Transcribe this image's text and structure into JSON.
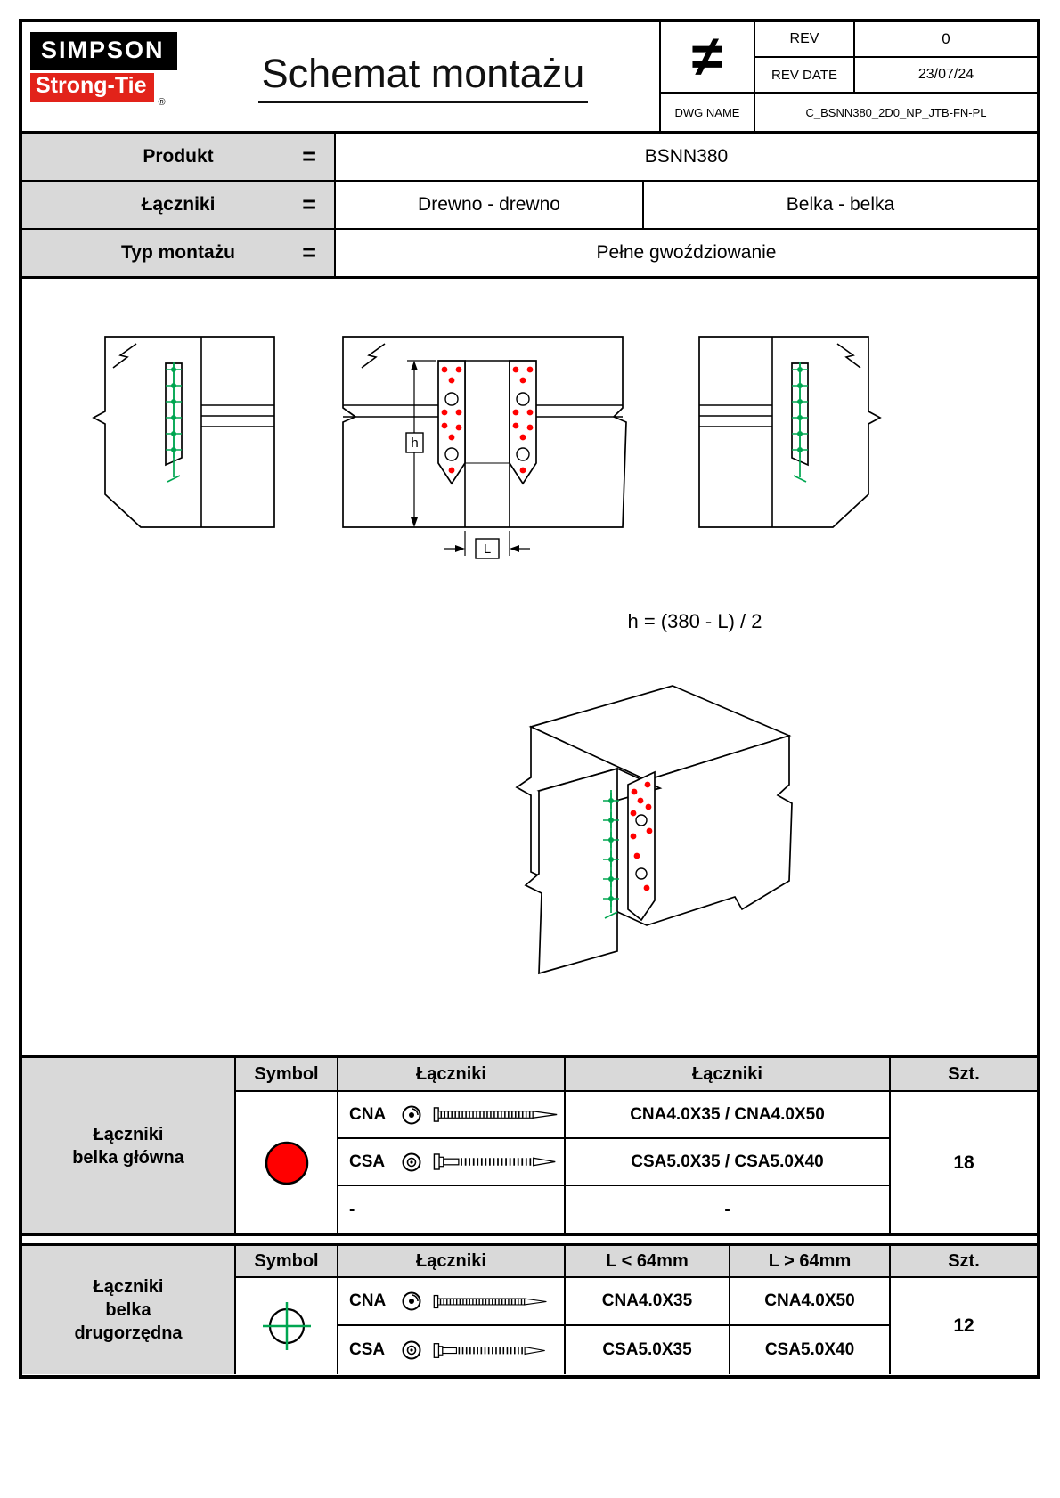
{
  "header": {
    "logo_line1": "SIMPSON",
    "logo_line2": "Strong-Tie",
    "logo_reg": "®",
    "title": "Schemat montażu",
    "ne_mark": "≠",
    "rev_label": "REV",
    "rev_value": "0",
    "rev_date_label": "REV DATE",
    "rev_date_value": "23/07/24",
    "dwg_name_label": "DWG NAME",
    "dwg_name_value": "C_BSNN380_2D0_NP_JTB-FN-PL"
  },
  "info": {
    "produkt_label": "Produkt",
    "produkt_eq": "=",
    "produkt_value": "BSNN380",
    "laczniki_label": "Łączniki",
    "laczniki_eq": "=",
    "laczniki_value1": "Drewno - drewno",
    "laczniki_value2": "Belka - belka",
    "typ_label": "Typ montażu",
    "typ_eq": "=",
    "typ_value": "Pełne gwoździowanie"
  },
  "drawing": {
    "formula": "h = (380 - L) / 2",
    "dim_h": "h",
    "dim_L": "L",
    "colors": {
      "main_beam_fastener": "#ff0000",
      "secondary_beam_fastener": "#00a651",
      "line": "#000000"
    }
  },
  "table_main": {
    "label_lines": [
      "Łączniki",
      "belka główna"
    ],
    "col_symbol": "Symbol",
    "col_fastener": "Łączniki",
    "col_value": "Łączniki",
    "col_qty": "Szt.",
    "rows": [
      {
        "type": "CNA",
        "value": "CNA4.0X35 / CNA4.0X50"
      },
      {
        "type": "CSA",
        "value": "CSA5.0X35 / CSA5.0X40"
      },
      {
        "type": "-",
        "value": "-"
      }
    ],
    "qty": "18"
  },
  "table_secondary": {
    "label_lines": [
      "Łączniki",
      "belka",
      "drugorzędna"
    ],
    "col_symbol": "Symbol",
    "col_fastener": "Łączniki",
    "col_lt": "L < 64mm",
    "col_gt": "L > 64mm",
    "col_qty": "Szt.",
    "rows": [
      {
        "type": "CNA",
        "value_lt": "CNA4.0X35",
        "value_gt": "CNA4.0X50"
      },
      {
        "type": "CSA",
        "value_lt": "CSA5.0X35",
        "value_gt": "CSA5.0X40"
      }
    ],
    "qty": "12"
  }
}
